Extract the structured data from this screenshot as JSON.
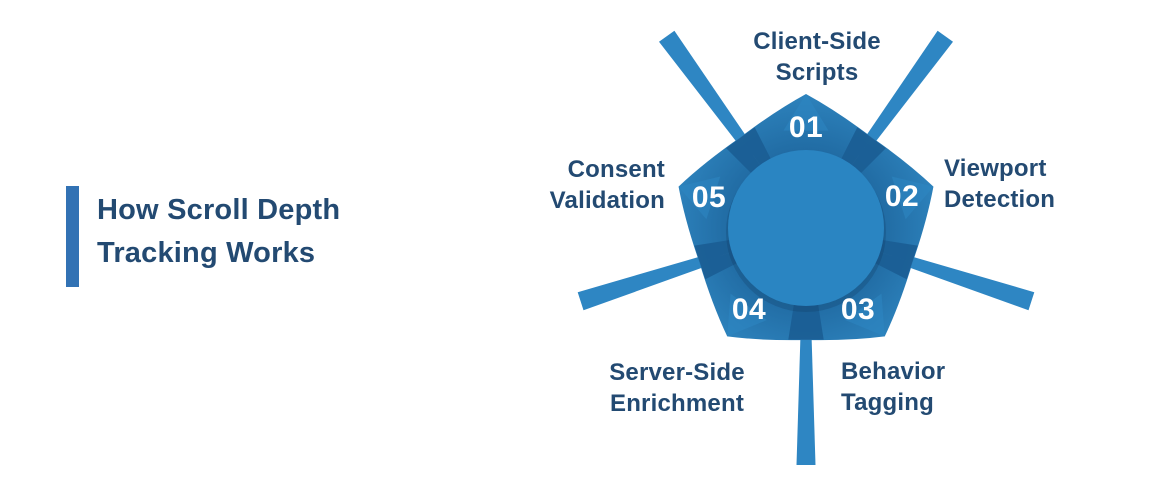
{
  "title": {
    "lines": [
      "How Scroll Depth",
      "Tracking Works"
    ],
    "accent_color": "#3272B4",
    "text_color": "#234A72"
  },
  "diagram": {
    "steps": [
      {
        "number": "01",
        "label_lines": [
          "Client-Side",
          "Scripts"
        ]
      },
      {
        "number": "02",
        "label_lines": [
          "Viewport",
          "Detection"
        ]
      },
      {
        "number": "03",
        "label_lines": [
          "Behavior",
          "Tagging"
        ]
      },
      {
        "number": "04",
        "label_lines": [
          "Server-Side",
          "Enrichment"
        ]
      },
      {
        "number": "05",
        "label_lines": [
          "Consent",
          "Validation"
        ]
      }
    ],
    "colors": {
      "ray": "#2E86C3",
      "petal_inner": "#1E629B",
      "petal_mid": "#216CA4",
      "petal_outer": "#2D82BC",
      "petal_crease": "#1B5D94",
      "petal_tip_highlight": "#2E86C2",
      "center_circle": "#2A85C2",
      "circle_shadow": "rgba(13,52,86,0.22)",
      "label_text": "#234A72",
      "number_text": "#FFFFFF"
    }
  }
}
